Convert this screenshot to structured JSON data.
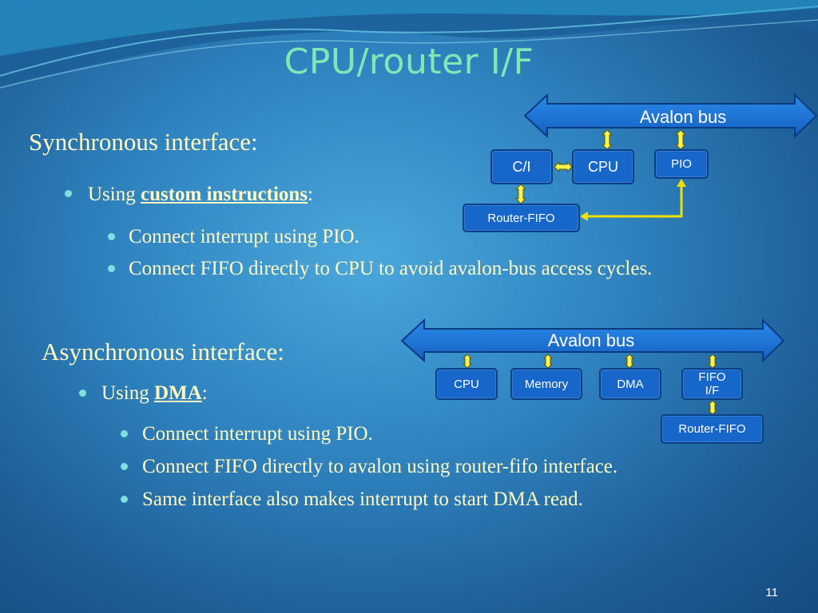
{
  "slide": {
    "title": "CPU/router  I/F",
    "page_number": "11"
  },
  "sync": {
    "heading": "Synchronous interface:",
    "using_prefix": "Using ",
    "using_link": "custom instructions",
    "using_suffix": ":",
    "bullets": [
      "Connect interrupt using PIO.",
      "Connect FIFO directly to CPU to avoid avalon-bus access cycles."
    ],
    "diagram": {
      "bus_label": "Avalon bus",
      "ci": "C/I",
      "cpu": "CPU",
      "pio": "PIO",
      "router_fifo": "Router-FIFO"
    }
  },
  "async": {
    "heading": "Asynchronous interface:",
    "using_prefix": "Using ",
    "using_link": "DMA",
    "using_suffix": ":",
    "bullets": [
      "Connect interrupt using PIO.",
      "Connect FIFO directly to avalon using router-fifo interface.",
      "Same interface also makes interrupt to start DMA read."
    ],
    "diagram": {
      "bus_label": "Avalon bus",
      "cpu": "CPU",
      "memory": "Memory",
      "dma": "DMA",
      "fifo_if_line1": "FIFO",
      "fifo_if_line2": "I/F",
      "router_fifo": "Router-FIFO"
    }
  },
  "colors": {
    "title": "#7fe8b4",
    "text": "#fff9c4",
    "bullet_dot": "#7fe0e0",
    "box_fill": "#1766c9",
    "connector_fill": "#fff44f",
    "fifo_link": "#f0e000"
  }
}
